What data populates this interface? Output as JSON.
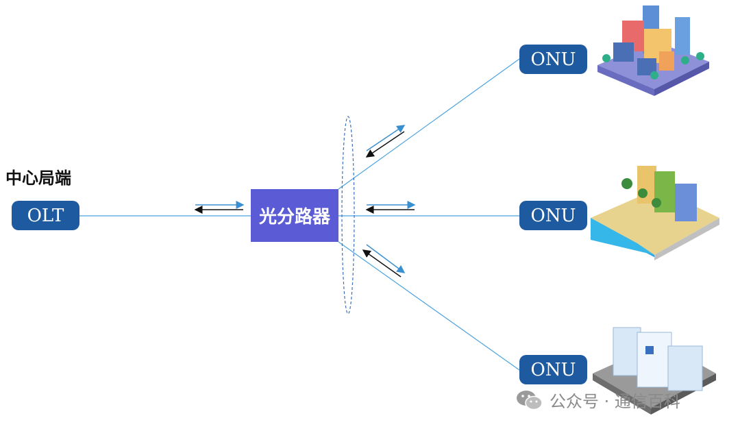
{
  "title": "中心局端",
  "olt": {
    "label": "OLT"
  },
  "splitter": {
    "label": "光分路器"
  },
  "onus": [
    {
      "label": "ONU"
    },
    {
      "label": "ONU"
    },
    {
      "label": "ONU"
    }
  ],
  "watermark": {
    "text": "公众号 · 通信百科",
    "icon": "wechat-icon"
  },
  "colors": {
    "node_fill": "#1e5aa0",
    "splitter_fill": "#5b5bd6",
    "fiber_line": "#4aa3df",
    "arrow_blue": "#3a8fd0",
    "arrow_black": "#111111"
  }
}
